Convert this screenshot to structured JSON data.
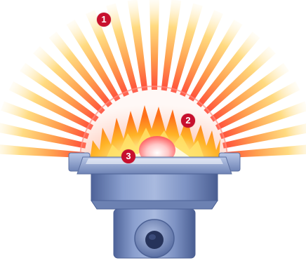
{
  "callouts": [
    {
      "number": "1"
    },
    {
      "number": "2"
    },
    {
      "number": "3"
    }
  ],
  "colors": {
    "callout_red": "#c8102e",
    "ray_inner": "#ff3b2f",
    "ray_mid": "#ffb347",
    "ray_outer": "#ffe9a0",
    "burner_blue": "#7d93c2",
    "burner_dark": "#4c6195"
  },
  "icons": {
    "rays": "infrared-radiation-rays",
    "dome": "glowing-ceramic-dome",
    "flame": "burner-flame",
    "housing": "burner-housing",
    "port": "gas-inlet-port"
  }
}
